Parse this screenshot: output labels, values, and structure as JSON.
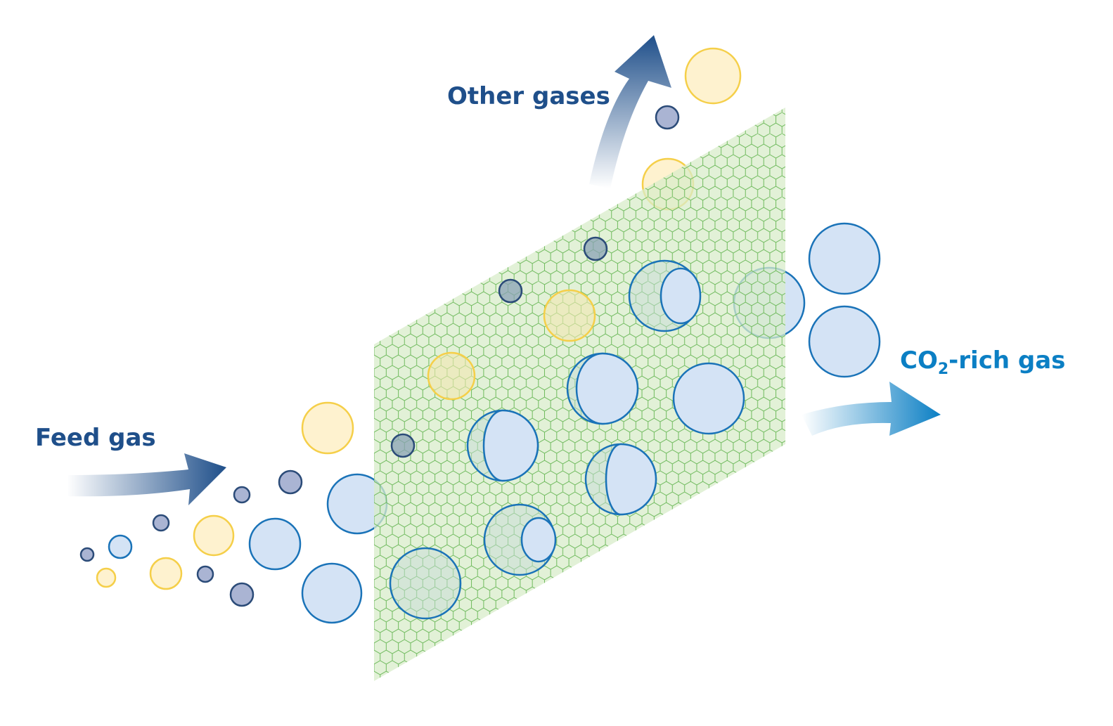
{
  "labels": {
    "feed_gas": "Feed gas",
    "other_gases": "Other gases",
    "co2_prefix": "CO",
    "co2_sub": "2",
    "co2_suffix": "-rich gas"
  },
  "colors": {
    "dark_blue": "#1f4f8a",
    "bright_blue": "#0b7fc4",
    "membrane_fill": "#d8ecc9",
    "membrane_stroke": "#5cae4f",
    "co2_fill": "#d4e3f5",
    "co2_stroke": "#1a73b8",
    "yellow_fill": "#fef2cf",
    "yellow_stroke": "#f5cf49",
    "small_fill": "#aab4d3",
    "small_stroke": "#2b4b78"
  }
}
